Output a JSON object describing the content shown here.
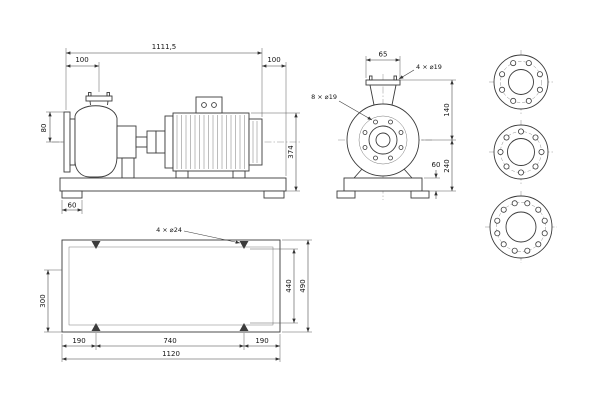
{
  "drawing": {
    "type": "technical-dimensional-drawing",
    "subject": "end-suction centrifugal pump with motor on baseplate",
    "colors": {
      "background": "#ffffff",
      "line": "#3b3b3b"
    },
    "side_view": {
      "overall_length": "1111,5",
      "discharge_offset": "100",
      "rear_offset": "100",
      "flange_height": "80",
      "foot_width": "60",
      "total_height": "374"
    },
    "end_view": {
      "discharge_size": "65",
      "discharge_bolts": "4 × ⌀19",
      "suction_bolts": "8 × ⌀19",
      "height_upper": "140",
      "height_lower": "240",
      "base_height": "60"
    },
    "plan_view": {
      "anchor_holes": "4 × ⌀24",
      "span_left": "190",
      "span_center": "740",
      "span_right": "190",
      "span_total": "1120",
      "width_inner": "440",
      "width_outer": "490",
      "width_left": "300"
    }
  }
}
